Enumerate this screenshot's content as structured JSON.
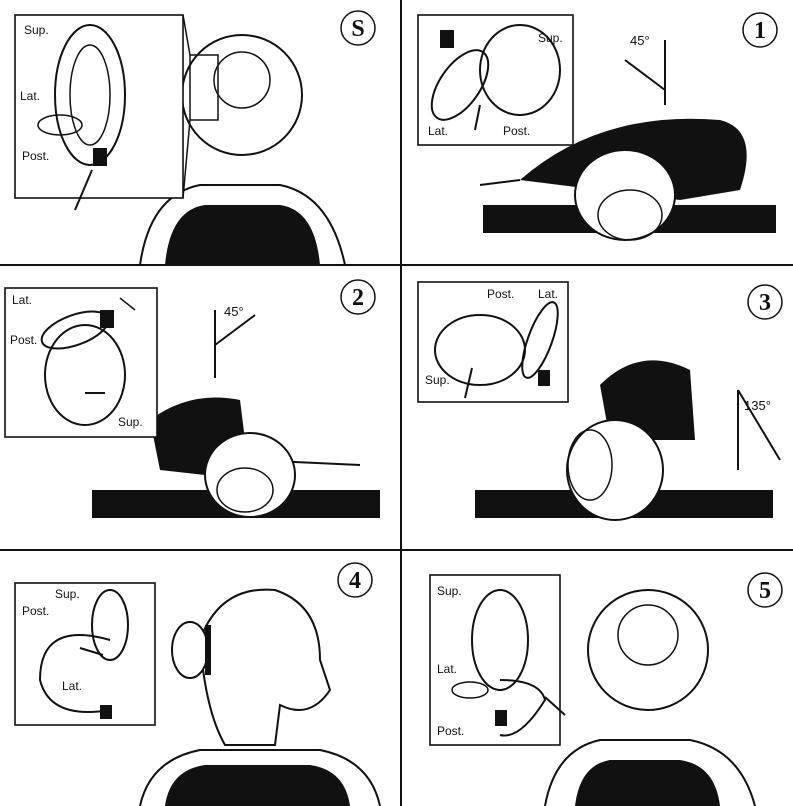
{
  "title": "Canalith repositioning maneuver steps",
  "panels": {
    "s": {
      "step": "S",
      "labels": {
        "sup": "Sup.",
        "lat": "Lat.",
        "post": "Post."
      }
    },
    "p1": {
      "step": "1",
      "angle": "45°",
      "labels": {
        "sup": "Sup.",
        "lat": "Lat.",
        "post": "Post."
      }
    },
    "p2": {
      "step": "2",
      "angle": "45°",
      "labels": {
        "lat": "Lat.",
        "post": "Post.",
        "sup": "Sup."
      }
    },
    "p3": {
      "step": "3",
      "angle": "135°",
      "labels": {
        "post": "Post.",
        "lat": "Lat.",
        "sup": "Sup."
      }
    },
    "p4": {
      "step": "4",
      "labels": {
        "sup": "Sup.",
        "post": "Post.",
        "lat": "Lat."
      }
    },
    "p5": {
      "step": "5",
      "labels": {
        "sup": "Sup.",
        "lat": "Lat.",
        "post": "Post."
      }
    }
  }
}
